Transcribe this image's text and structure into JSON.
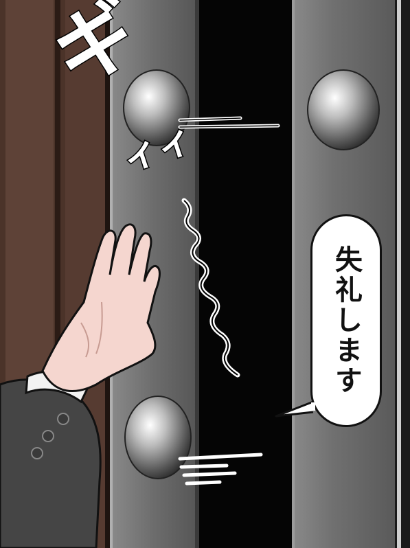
{
  "speech": {
    "text": "失礼します"
  },
  "sound_effects": {
    "creak_main": "ギ",
    "creak_small": "ィィ"
  },
  "colors": {
    "door_gray": "#6e6e6e",
    "door_dark": "#2c2c2c",
    "wall_brown": "#5a3e34",
    "gap_black": "#000000",
    "skin": "#f6d9d2",
    "sleeve": "#4a4a4a"
  },
  "icons": [
    "door-knob-icon"
  ]
}
